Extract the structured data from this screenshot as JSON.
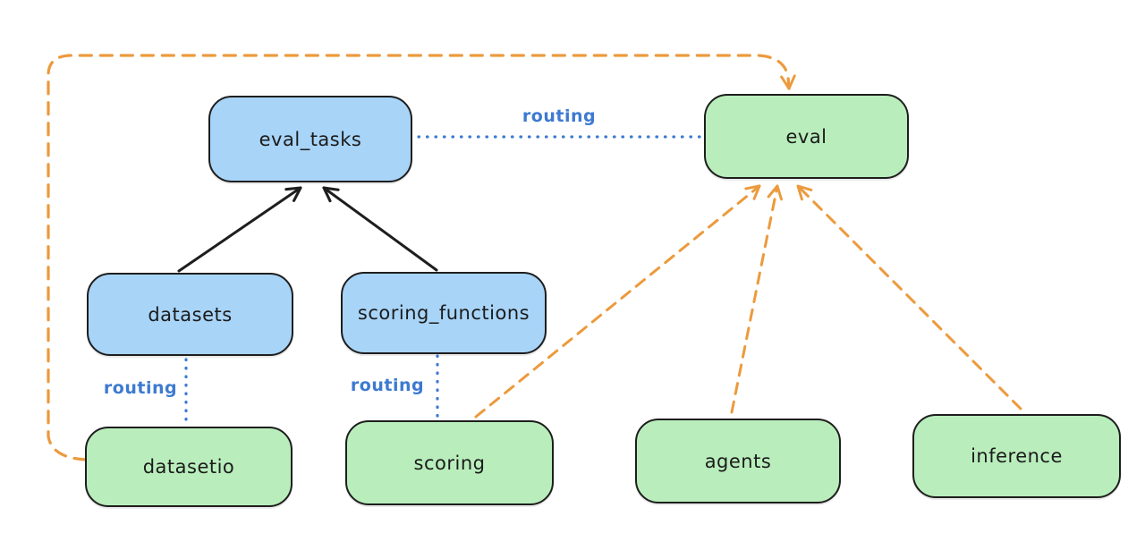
{
  "diagram": {
    "colors": {
      "blue_fill": "#a8d4f8",
      "green_fill": "#b9eebc",
      "stroke": "#1e1e1e",
      "orange": "#ec9a3d",
      "routing_blue": "#3d7ad1",
      "bg": "#ffffff"
    },
    "nodes": {
      "eval_tasks": {
        "label": "eval_tasks",
        "fill": "blue"
      },
      "eval": {
        "label": "eval",
        "fill": "green"
      },
      "datasets": {
        "label": "datasets",
        "fill": "blue"
      },
      "scoring_functions": {
        "label": "scoring_functions",
        "fill": "blue"
      },
      "datasetio": {
        "label": "datasetio",
        "fill": "green"
      },
      "scoring": {
        "label": "scoring",
        "fill": "green"
      },
      "agents": {
        "label": "agents",
        "fill": "green"
      },
      "inference": {
        "label": "inference",
        "fill": "green"
      }
    },
    "edges": [
      {
        "from": "datasets",
        "to": "eval_tasks",
        "style": "solid-arrow",
        "color": "black"
      },
      {
        "from": "scoring_functions",
        "to": "eval_tasks",
        "style": "solid-arrow",
        "color": "black"
      },
      {
        "from": "eval_tasks",
        "to": "eval",
        "style": "dotted",
        "color": "blue",
        "label": "routing"
      },
      {
        "from": "datasets",
        "to": "datasetio",
        "style": "dotted",
        "color": "blue",
        "label": "routing"
      },
      {
        "from": "scoring_functions",
        "to": "scoring",
        "style": "dotted",
        "color": "blue",
        "label": "routing"
      },
      {
        "from": "datasetio",
        "to": "eval",
        "style": "dashed-arrow",
        "color": "orange"
      },
      {
        "from": "scoring",
        "to": "eval",
        "style": "dashed-arrow",
        "color": "orange"
      },
      {
        "from": "agents",
        "to": "eval",
        "style": "dashed-arrow",
        "color": "orange"
      },
      {
        "from": "inference",
        "to": "eval",
        "style": "dashed-arrow",
        "color": "orange"
      }
    ]
  }
}
